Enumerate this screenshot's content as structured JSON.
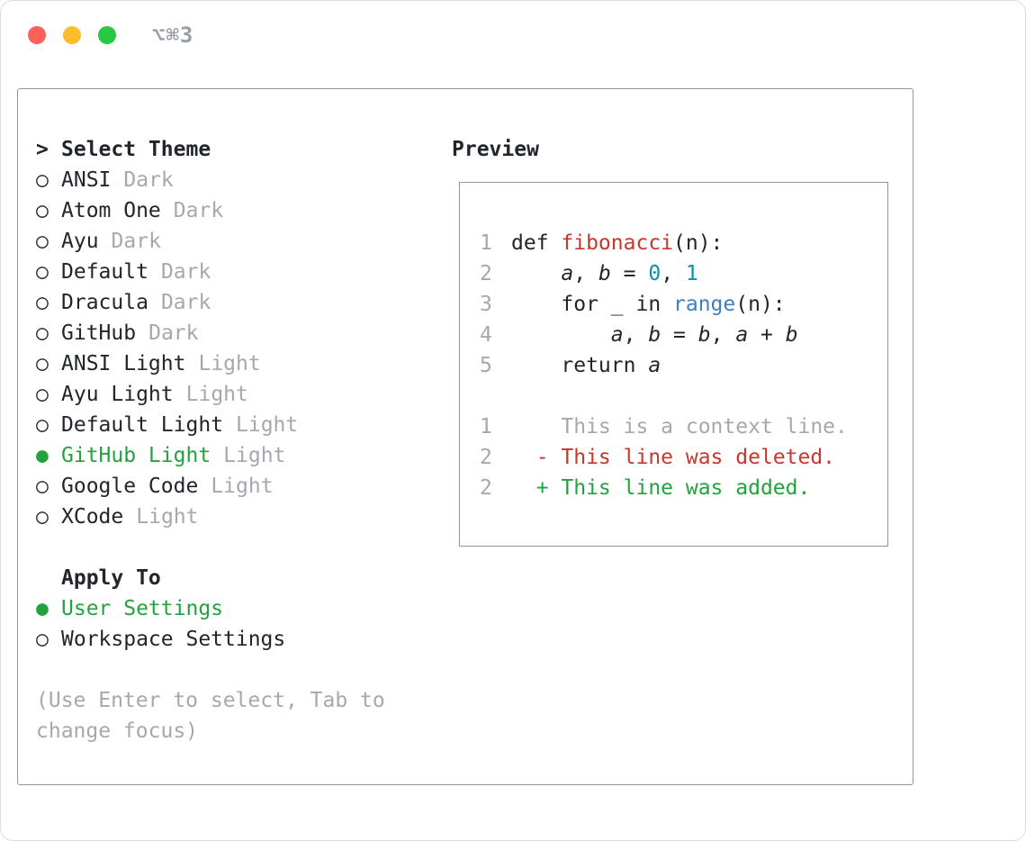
{
  "colors": {
    "text": "#20262c",
    "gray": "#a3a9af",
    "green": "#23a33f",
    "red": "#c5382c",
    "blue": "#3d7dc4",
    "teal": "#0893a6",
    "border": "#8f969d",
    "window_border": "#d9dce0",
    "traffic_red": "#ff5f57",
    "traffic_yellow": "#febc2e",
    "traffic_green": "#28c840"
  },
  "titlebar": {
    "shortcut": "⌥⌘3"
  },
  "theme_selector": {
    "title_prefix": ">",
    "title": "Select Theme",
    "items": [
      {
        "name": "ANSI",
        "variant": "Dark",
        "selected": false
      },
      {
        "name": "Atom One",
        "variant": "Dark",
        "selected": false
      },
      {
        "name": "Ayu",
        "variant": "Dark",
        "selected": false
      },
      {
        "name": "Default",
        "variant": "Dark",
        "selected": false
      },
      {
        "name": "Dracula",
        "variant": "Dark",
        "selected": false
      },
      {
        "name": "GitHub",
        "variant": "Dark",
        "selected": false
      },
      {
        "name": "ANSI Light",
        "variant": "Light",
        "selected": false
      },
      {
        "name": "Ayu Light",
        "variant": "Light",
        "selected": false
      },
      {
        "name": "Default Light",
        "variant": "Light",
        "selected": false
      },
      {
        "name": "GitHub Light",
        "variant": "Light",
        "selected": true
      },
      {
        "name": "Google Code",
        "variant": "Light",
        "selected": false
      },
      {
        "name": "XCode",
        "variant": "Light",
        "selected": false
      }
    ]
  },
  "apply_to": {
    "title": "Apply To",
    "options": [
      {
        "label": "User Settings",
        "selected": true
      },
      {
        "label": "Workspace Settings",
        "selected": false
      }
    ]
  },
  "hint": "(Use Enter to select, Tab to change focus)",
  "preview": {
    "title": "Preview",
    "code_lines": [
      {
        "num": "1",
        "tokens": [
          {
            "text": "def ",
            "style": "plain"
          },
          {
            "text": "fibonacci",
            "style": "red"
          },
          {
            "text": "(n):",
            "style": "plain"
          }
        ]
      },
      {
        "num": "2",
        "tokens": [
          {
            "text": "    ",
            "style": "plain"
          },
          {
            "text": "a",
            "style": "italic"
          },
          {
            "text": ", ",
            "style": "plain"
          },
          {
            "text": "b",
            "style": "italic"
          },
          {
            "text": " = ",
            "style": "plain"
          },
          {
            "text": "0",
            "style": "teal"
          },
          {
            "text": ", ",
            "style": "plain"
          },
          {
            "text": "1",
            "style": "teal"
          }
        ]
      },
      {
        "num": "3",
        "tokens": [
          {
            "text": "    for _ in ",
            "style": "plain"
          },
          {
            "text": "range",
            "style": "blue"
          },
          {
            "text": "(n):",
            "style": "plain"
          }
        ]
      },
      {
        "num": "4",
        "tokens": [
          {
            "text": "        ",
            "style": "plain"
          },
          {
            "text": "a",
            "style": "italic"
          },
          {
            "text": ", ",
            "style": "plain"
          },
          {
            "text": "b",
            "style": "italic"
          },
          {
            "text": " = ",
            "style": "plain"
          },
          {
            "text": "b",
            "style": "italic"
          },
          {
            "text": ", ",
            "style": "plain"
          },
          {
            "text": "a",
            "style": "italic"
          },
          {
            "text": " + ",
            "style": "plain"
          },
          {
            "text": "b",
            "style": "italic"
          }
        ]
      },
      {
        "num": "5",
        "tokens": [
          {
            "text": "    return ",
            "style": "plain"
          },
          {
            "text": "a",
            "style": "italic"
          }
        ]
      },
      {
        "num": "",
        "tokens": []
      },
      {
        "num": "1",
        "tokens": [
          {
            "text": "    This is a context line.",
            "style": "gray"
          }
        ]
      },
      {
        "num": "2",
        "tokens": [
          {
            "text": "  - This line was deleted.",
            "style": "red"
          }
        ]
      },
      {
        "num": "2",
        "tokens": [
          {
            "text": "  + This line was added.",
            "style": "green"
          }
        ]
      }
    ]
  }
}
